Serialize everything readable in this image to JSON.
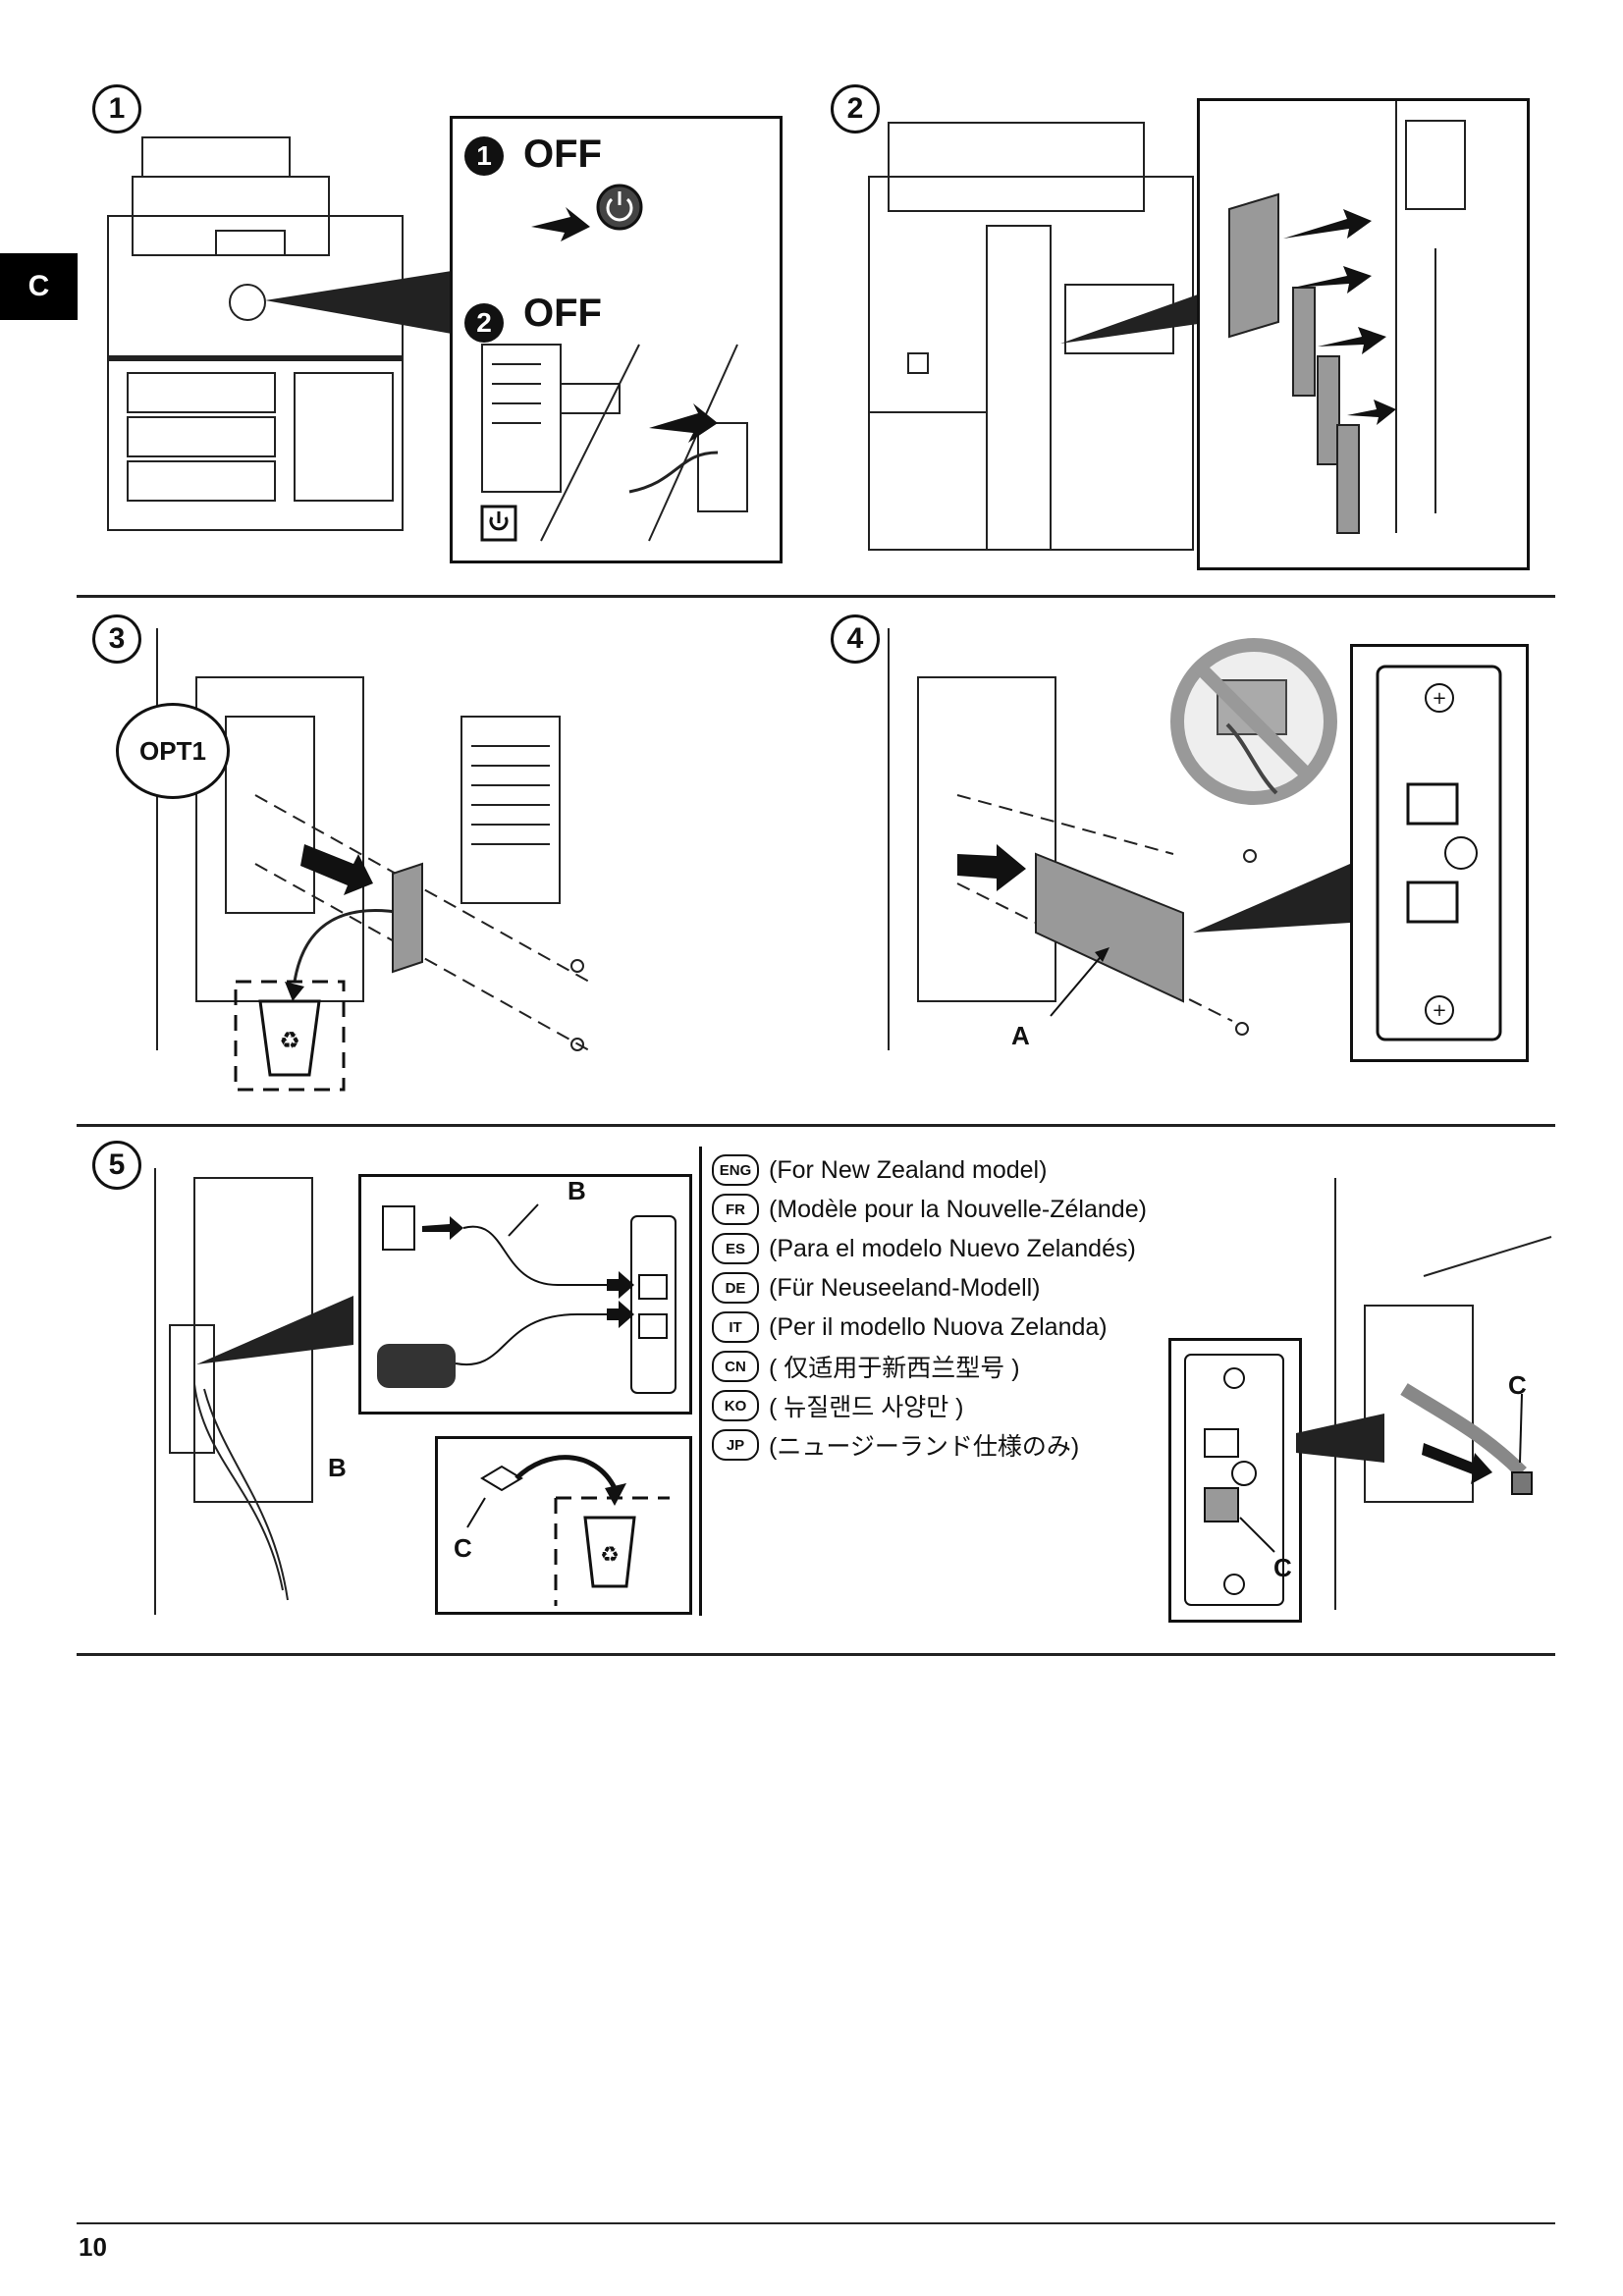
{
  "side_tab": {
    "label": "C"
  },
  "steps": {
    "s1": {
      "number": "1",
      "off1_num": "1",
      "off1_label": "OFF",
      "off2_num": "2",
      "off2_label": "OFF"
    },
    "s2": {
      "number": "2"
    },
    "s3": {
      "number": "3",
      "callout": "OPT1"
    },
    "s4": {
      "number": "4",
      "label_a": "A"
    },
    "s5": {
      "number": "5",
      "label_b_top": "B",
      "label_b_bottom": "B",
      "label_c_bin": "C",
      "label_c_card": "C",
      "label_c_cable": "C"
    }
  },
  "languages": [
    {
      "code": "ENG",
      "text": "(For New Zealand model)"
    },
    {
      "code": "FR",
      "text": "(Modèle pour la Nouvelle-Zélande)"
    },
    {
      "code": "ES",
      "text": "(Para el modelo Nuevo Zelandés)"
    },
    {
      "code": "DE",
      "text": "(Für Neuseeland-Modell)"
    },
    {
      "code": "IT",
      "text": "(Per il modello Nuova Zelanda)"
    },
    {
      "code": "CN",
      "text": "( 仅适用于新西兰型号 )"
    },
    {
      "code": "KO",
      "text": "( 뉴질랜드 사양만 )"
    },
    {
      "code": "JP",
      "text": "(ニュージーランド仕様のみ)"
    }
  ],
  "footer": {
    "page_number": "10"
  }
}
